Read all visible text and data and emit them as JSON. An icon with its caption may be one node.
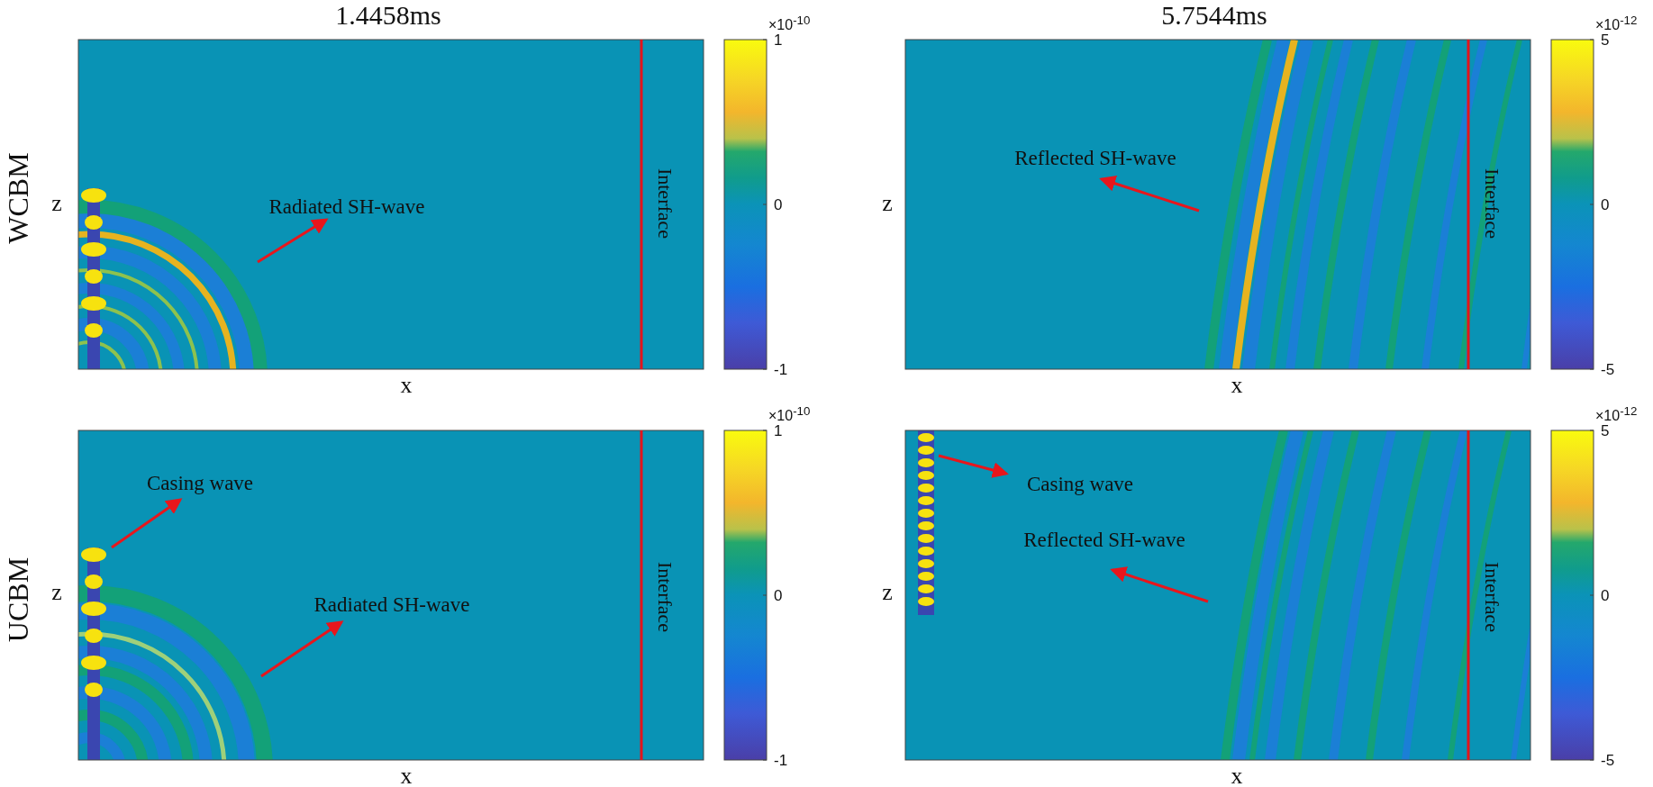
{
  "diagram": {
    "labels": [
      "1.4458ms",
      "5.7544ms",
      "WCBM",
      "z",
      "Radiated SH-wave",
      "Interface",
      "x",
      "×10$^{-10}$",
      "1",
      "0",
      "-1",
      "z",
      "Reflected SH-wave",
      "Interface",
      "x",
      "×10$^{-12}$",
      "5",
      "0",
      "-5",
      "UCBM",
      "z",
      "Casing wave",
      "Radiated SH-wave",
      "Interface",
      "x",
      "×10$^{-10}$",
      "1",
      "0",
      "-1",
      "z",
      "Casing wave",
      "Reflected SH-wave",
      "Interface",
      "x",
      "×10$^{-12}$",
      "5",
      "0",
      "-5"
    ]
  }
}
